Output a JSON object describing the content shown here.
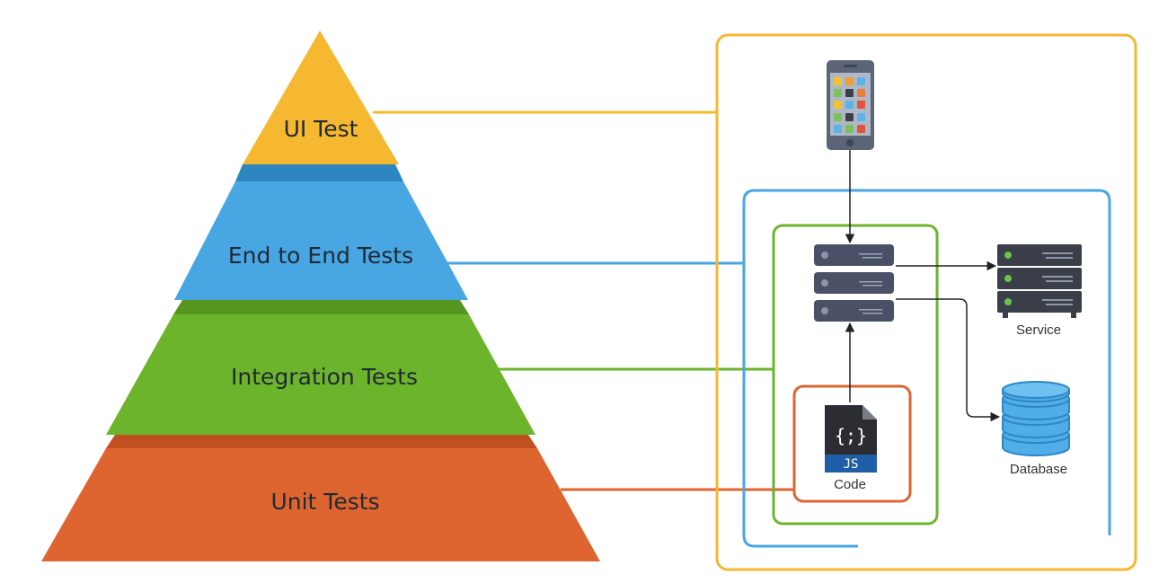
{
  "pyramid": {
    "tiers": [
      {
        "label": "UI Test",
        "color": "#F6B731",
        "shade": "#D99A1E"
      },
      {
        "label": "End to End Tests",
        "color": "#48A6E3",
        "shade": "#2E86C1"
      },
      {
        "label": "Integration Tests",
        "color": "#6DB42D",
        "shade": "#55961F"
      },
      {
        "label": "Unit Tests",
        "color": "#DE6530",
        "shade": "#C24F20"
      }
    ]
  },
  "architecture": {
    "nodes": {
      "service": "Service",
      "database": "Database",
      "code": "Code",
      "code_badge": "JS",
      "code_glyph": "{;}"
    },
    "icons": [
      "phone-icon",
      "server-icon",
      "service-server-icon",
      "database-icon",
      "js-file-icon"
    ]
  }
}
